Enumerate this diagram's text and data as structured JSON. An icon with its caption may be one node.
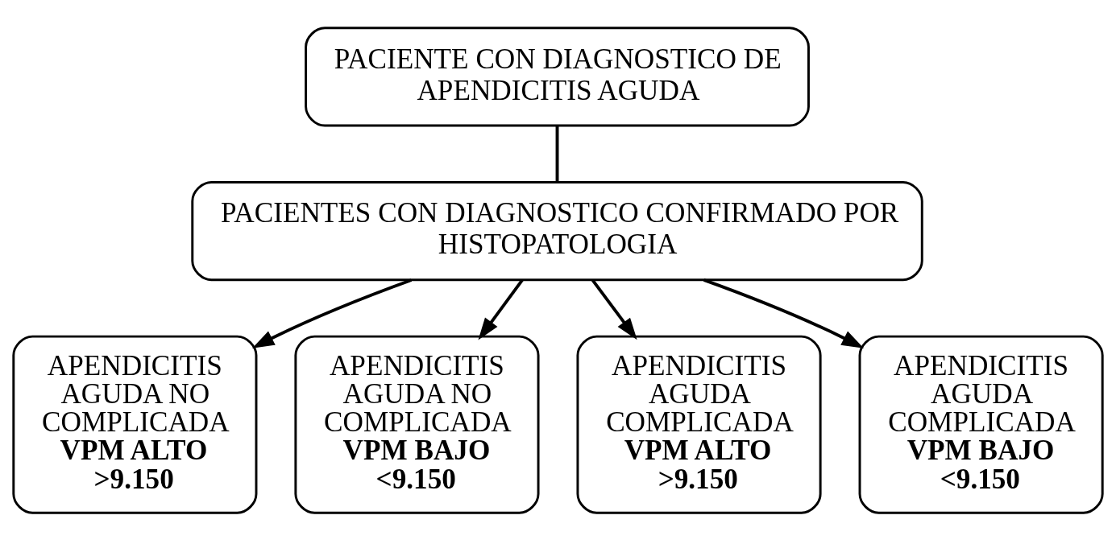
{
  "diagram": {
    "nodes": [
      {
        "text": [
          "PACIENTE CON DIAGNOSTICO DE APENDICITIS AGUDA"
        ]
      },
      {
        "text": [
          "PACIENTES CON DIAGNOSTICO CONFIRMADO POR HISTOPATOLOGIA"
        ]
      },
      {
        "text": [
          "APENDICITIS AGUDA NO COMPLICADA",
          "**VPM ALTO >9.150**"
        ]
      },
      {
        "text": [
          "APENDICITIS AGUDA NO COMPLICADA",
          "**VPM BAJO <9.150**"
        ]
      },
      {
        "text": [
          "APENDICITIS AGUDA COMPLICADA",
          "**VPM ALTO >9.150**"
        ]
      },
      {
        "text": [
          "APENDICITIS AGUDA COMPLICADA",
          "**VPM BAJO <9.150**"
        ]
      }
    ],
    "edges": [
      {
        "from": 0,
        "to": 1,
        "arrow": "none"
      },
      {
        "from": 1,
        "to": 2,
        "arrow": "to"
      },
      {
        "from": 1,
        "to": 3,
        "arrow": "to"
      },
      {
        "from": 1,
        "to": 4,
        "arrow": "to"
      },
      {
        "from": 1,
        "to": 5,
        "arrow": "to"
      }
    ]
  }
}
